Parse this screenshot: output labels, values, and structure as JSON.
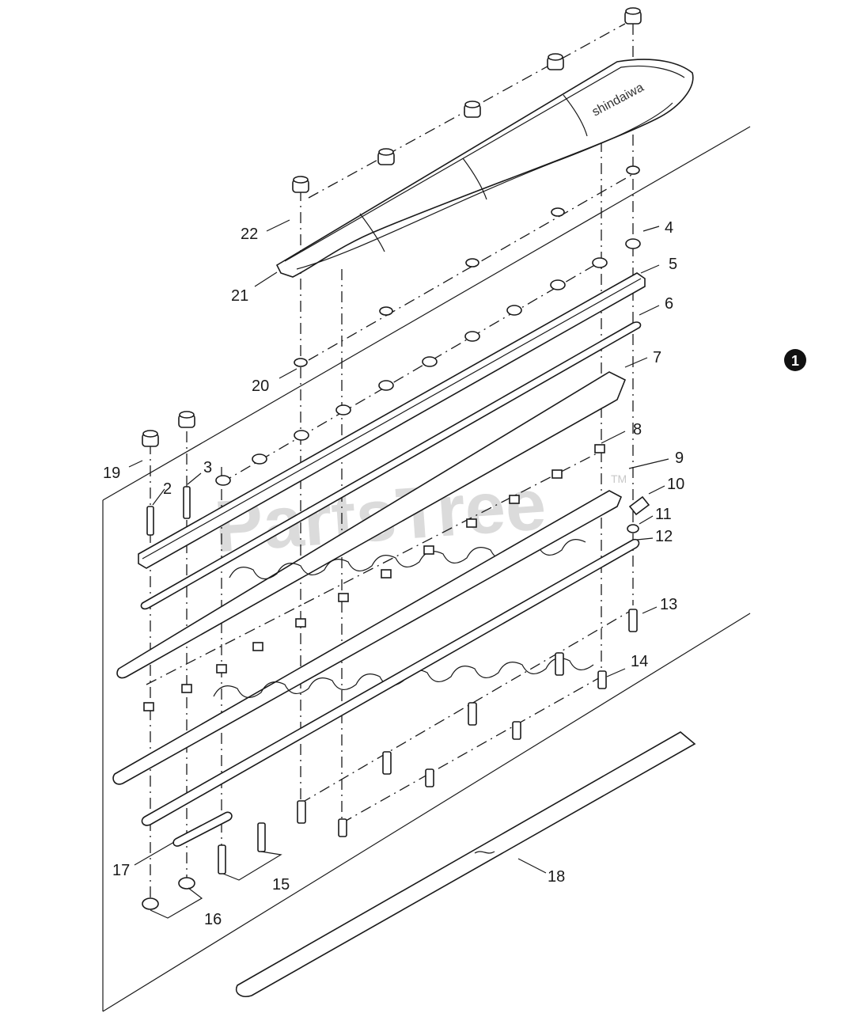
{
  "diagram": {
    "watermark": "PartsTree",
    "watermark_tm": "TM",
    "section_badge": "1",
    "callouts": [
      {
        "id": "c1",
        "label": "22"
      },
      {
        "id": "c2",
        "label": "21"
      },
      {
        "id": "c3",
        "label": "20"
      },
      {
        "id": "c4",
        "label": "4"
      },
      {
        "id": "c5",
        "label": "5"
      },
      {
        "id": "c6",
        "label": "6"
      },
      {
        "id": "c7",
        "label": "7"
      },
      {
        "id": "c8",
        "label": "8"
      },
      {
        "id": "c9",
        "label": "9"
      },
      {
        "id": "c10",
        "label": "10"
      },
      {
        "id": "c11",
        "label": "11"
      },
      {
        "id": "c12",
        "label": "12"
      },
      {
        "id": "c13",
        "label": "13"
      },
      {
        "id": "c14",
        "label": "14"
      },
      {
        "id": "c15",
        "label": "15"
      },
      {
        "id": "c16",
        "label": "16"
      },
      {
        "id": "c17",
        "label": "17"
      },
      {
        "id": "c18",
        "label": "18"
      },
      {
        "id": "c19",
        "label": "19"
      },
      {
        "id": "c20",
        "label": "2"
      },
      {
        "id": "c21",
        "label": "3"
      }
    ]
  }
}
